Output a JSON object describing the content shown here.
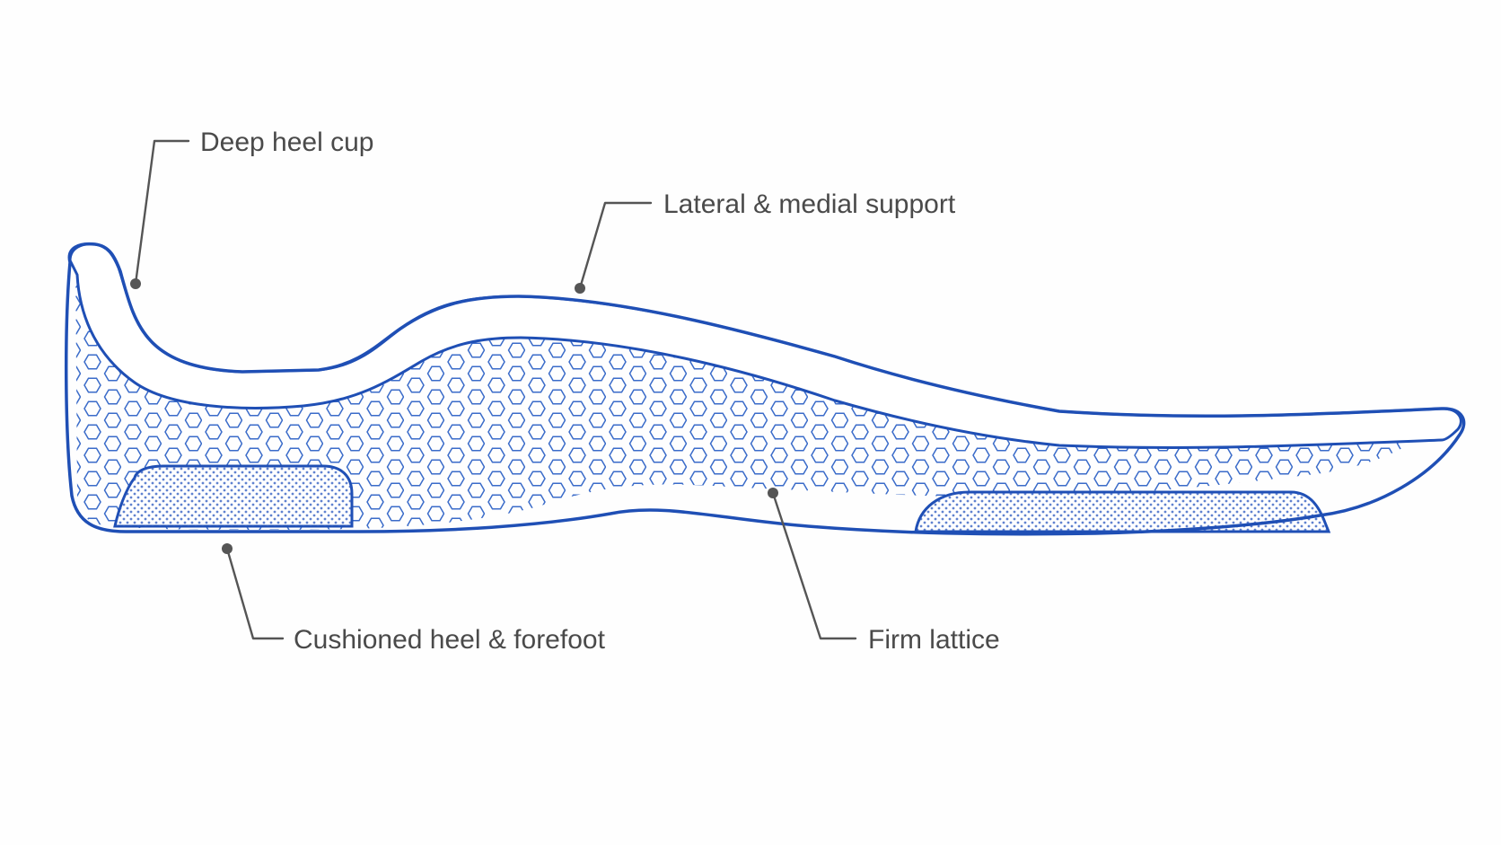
{
  "callouts": {
    "heel_cup": "Deep heel cup",
    "arch_support": "Lateral & medial support",
    "cushioning": "Cushioned heel & forefoot",
    "lattice": "Firm lattice"
  },
  "colors": {
    "outline": "#1f4fb5",
    "lattice": "#3a6bc9",
    "cushion_dots": "#2b58bf",
    "leader": "#555555",
    "label_text": "#4a4a4a",
    "background": "#fefefe"
  }
}
